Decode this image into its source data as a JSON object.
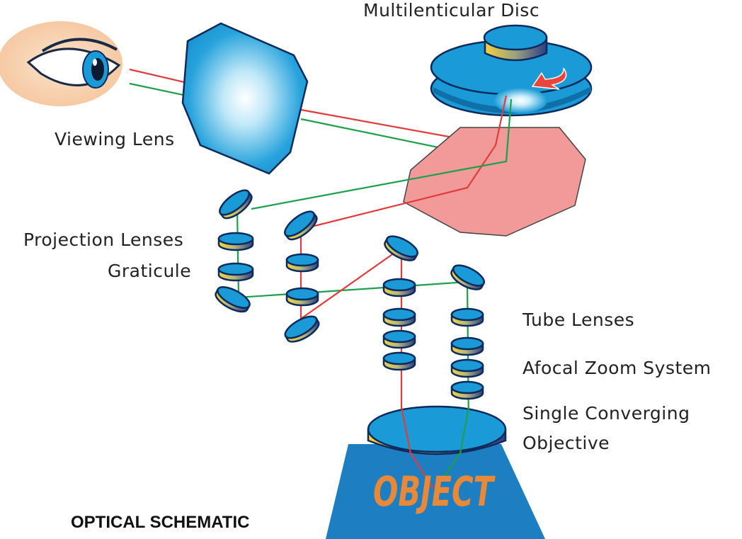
{
  "labels": {
    "multilenticular_disc": "Multilenticular Disc",
    "viewing_lens": "Viewing Lens",
    "projection_lenses": "Projection Lenses",
    "graticule": "Graticule",
    "tube_lenses": "Tube Lenses",
    "afocal_zoom_system": "Afocal Zoom System",
    "single_converging": "Single Converging",
    "objective": "Objective",
    "object": "OBJECT",
    "title": "OPTICAL SCHEMATIC"
  },
  "colors": {
    "lens_blue": "#1a9ad6",
    "outline_navy": "#0d2a5c",
    "rim_yellow": "#f3d23a",
    "ray_red": "#e03c3c",
    "ray_green": "#1ca04a",
    "prism_pink": "#f29a9a",
    "stage_blue": "#1e7ec2",
    "object_orange": "#e8893a",
    "rotation_arrow": "#e8453c"
  },
  "icons": {
    "eye": "eye-icon",
    "rotation": "rotation-arrow-icon"
  }
}
